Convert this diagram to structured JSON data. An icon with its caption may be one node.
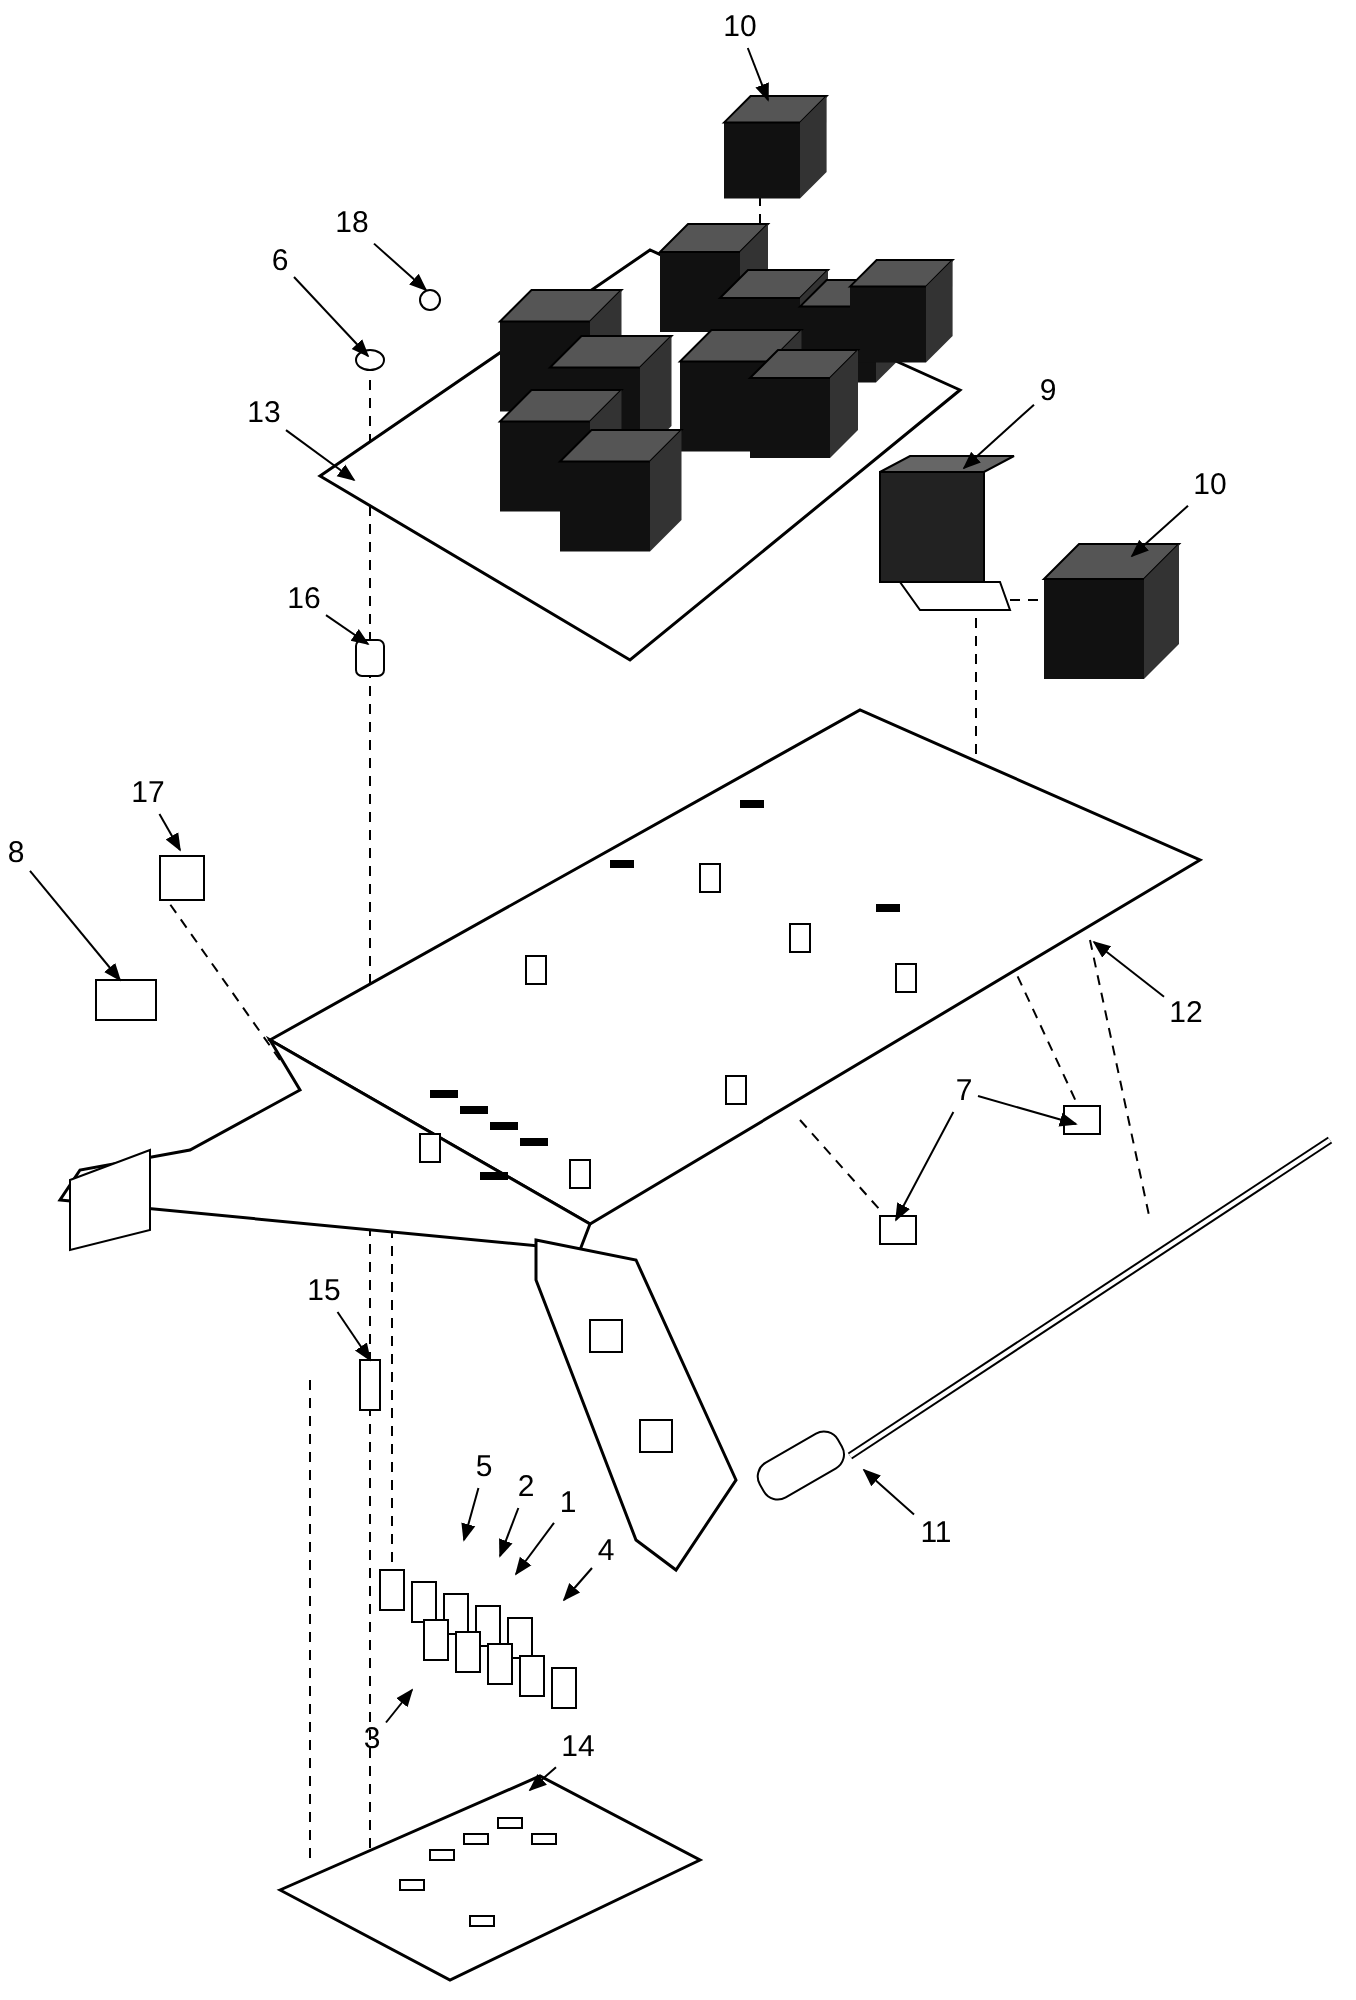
{
  "diagram": {
    "nodes": [
      {
        "text": [
          "10"
        ]
      },
      {
        "text": [
          "18"
        ]
      },
      {
        "text": [
          "6"
        ]
      },
      {
        "text": [
          "13"
        ]
      },
      {
        "text": [
          "16"
        ]
      },
      {
        "text": [
          "9"
        ]
      },
      {
        "text": [
          "10"
        ]
      },
      {
        "text": [
          "17"
        ]
      },
      {
        "text": [
          "8"
        ]
      },
      {
        "text": [
          "12"
        ]
      },
      {
        "text": [
          "7"
        ]
      },
      {
        "text": [
          "15"
        ]
      },
      {
        "text": [
          "5"
        ]
      },
      {
        "text": [
          "2"
        ]
      },
      {
        "text": [
          "1"
        ]
      },
      {
        "text": [
          "4"
        ]
      },
      {
        "text": [
          "3"
        ]
      },
      {
        "text": [
          "11"
        ]
      },
      {
        "text": [
          "14"
        ]
      }
    ],
    "edges": [
      {
        "from": 0,
        "to": null,
        "arrow": "to"
      },
      {
        "from": 1,
        "to": null,
        "arrow": "to"
      },
      {
        "from": 2,
        "to": null,
        "arrow": "to"
      },
      {
        "from": 3,
        "to": null,
        "arrow": "to"
      },
      {
        "from": 4,
        "to": null,
        "arrow": "to"
      },
      {
        "from": 5,
        "to": null,
        "arrow": "to"
      },
      {
        "from": 6,
        "to": null,
        "arrow": "to"
      },
      {
        "from": 7,
        "to": null,
        "arrow": "to"
      },
      {
        "from": 8,
        "to": null,
        "arrow": "to"
      },
      {
        "from": 9,
        "to": null,
        "arrow": "to"
      },
      {
        "from": 10,
        "to": null,
        "arrow": "to"
      },
      {
        "from": 10,
        "to": null,
        "arrow": "to"
      },
      {
        "from": 11,
        "to": null,
        "arrow": "to"
      },
      {
        "from": 12,
        "to": null,
        "arrow": "to"
      },
      {
        "from": 13,
        "to": null,
        "arrow": "to"
      },
      {
        "from": 14,
        "to": null,
        "arrow": "to"
      },
      {
        "from": 15,
        "to": null,
        "arrow": "to"
      },
      {
        "from": 16,
        "to": null,
        "arrow": "to"
      },
      {
        "from": 17,
        "to": null,
        "arrow": "to"
      },
      {
        "from": 18,
        "to": null,
        "arrow": "to"
      }
    ]
  }
}
